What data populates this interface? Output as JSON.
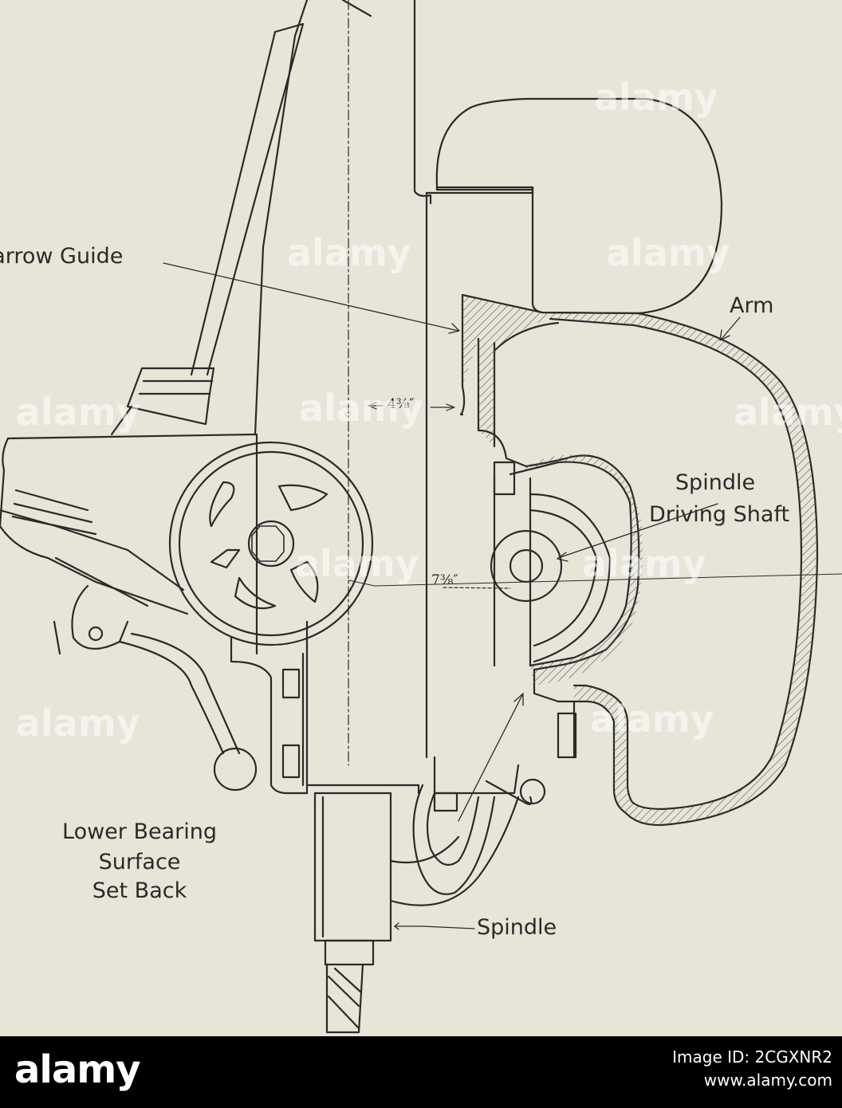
{
  "labels": {
    "narrow_guide": "Narrow Guide",
    "arm": "Arm",
    "spindle_driving_shaft_line1": "Spindle",
    "spindle_driving_shaft_line2": "Driving Shaft",
    "lower_bearing_line1": "Lower Bearing",
    "lower_bearing_line2": "Surface",
    "lower_bearing_line3": "Set Back",
    "spindle": "Spindle"
  },
  "dimensions": {
    "guide_width": "4⅜″",
    "shaft_offset": "7⅜″"
  },
  "watermark": {
    "text": "alamy",
    "letter": "a"
  },
  "footer": {
    "brand": "alamy",
    "image_id": "Image ID: 2CGXNR2",
    "url": "www.alamy.com"
  },
  "colors": {
    "paper": "#e6e5d7",
    "ink": "#2a2a2a",
    "footer_bg": "#000000",
    "footer_text": "#ffffff"
  }
}
